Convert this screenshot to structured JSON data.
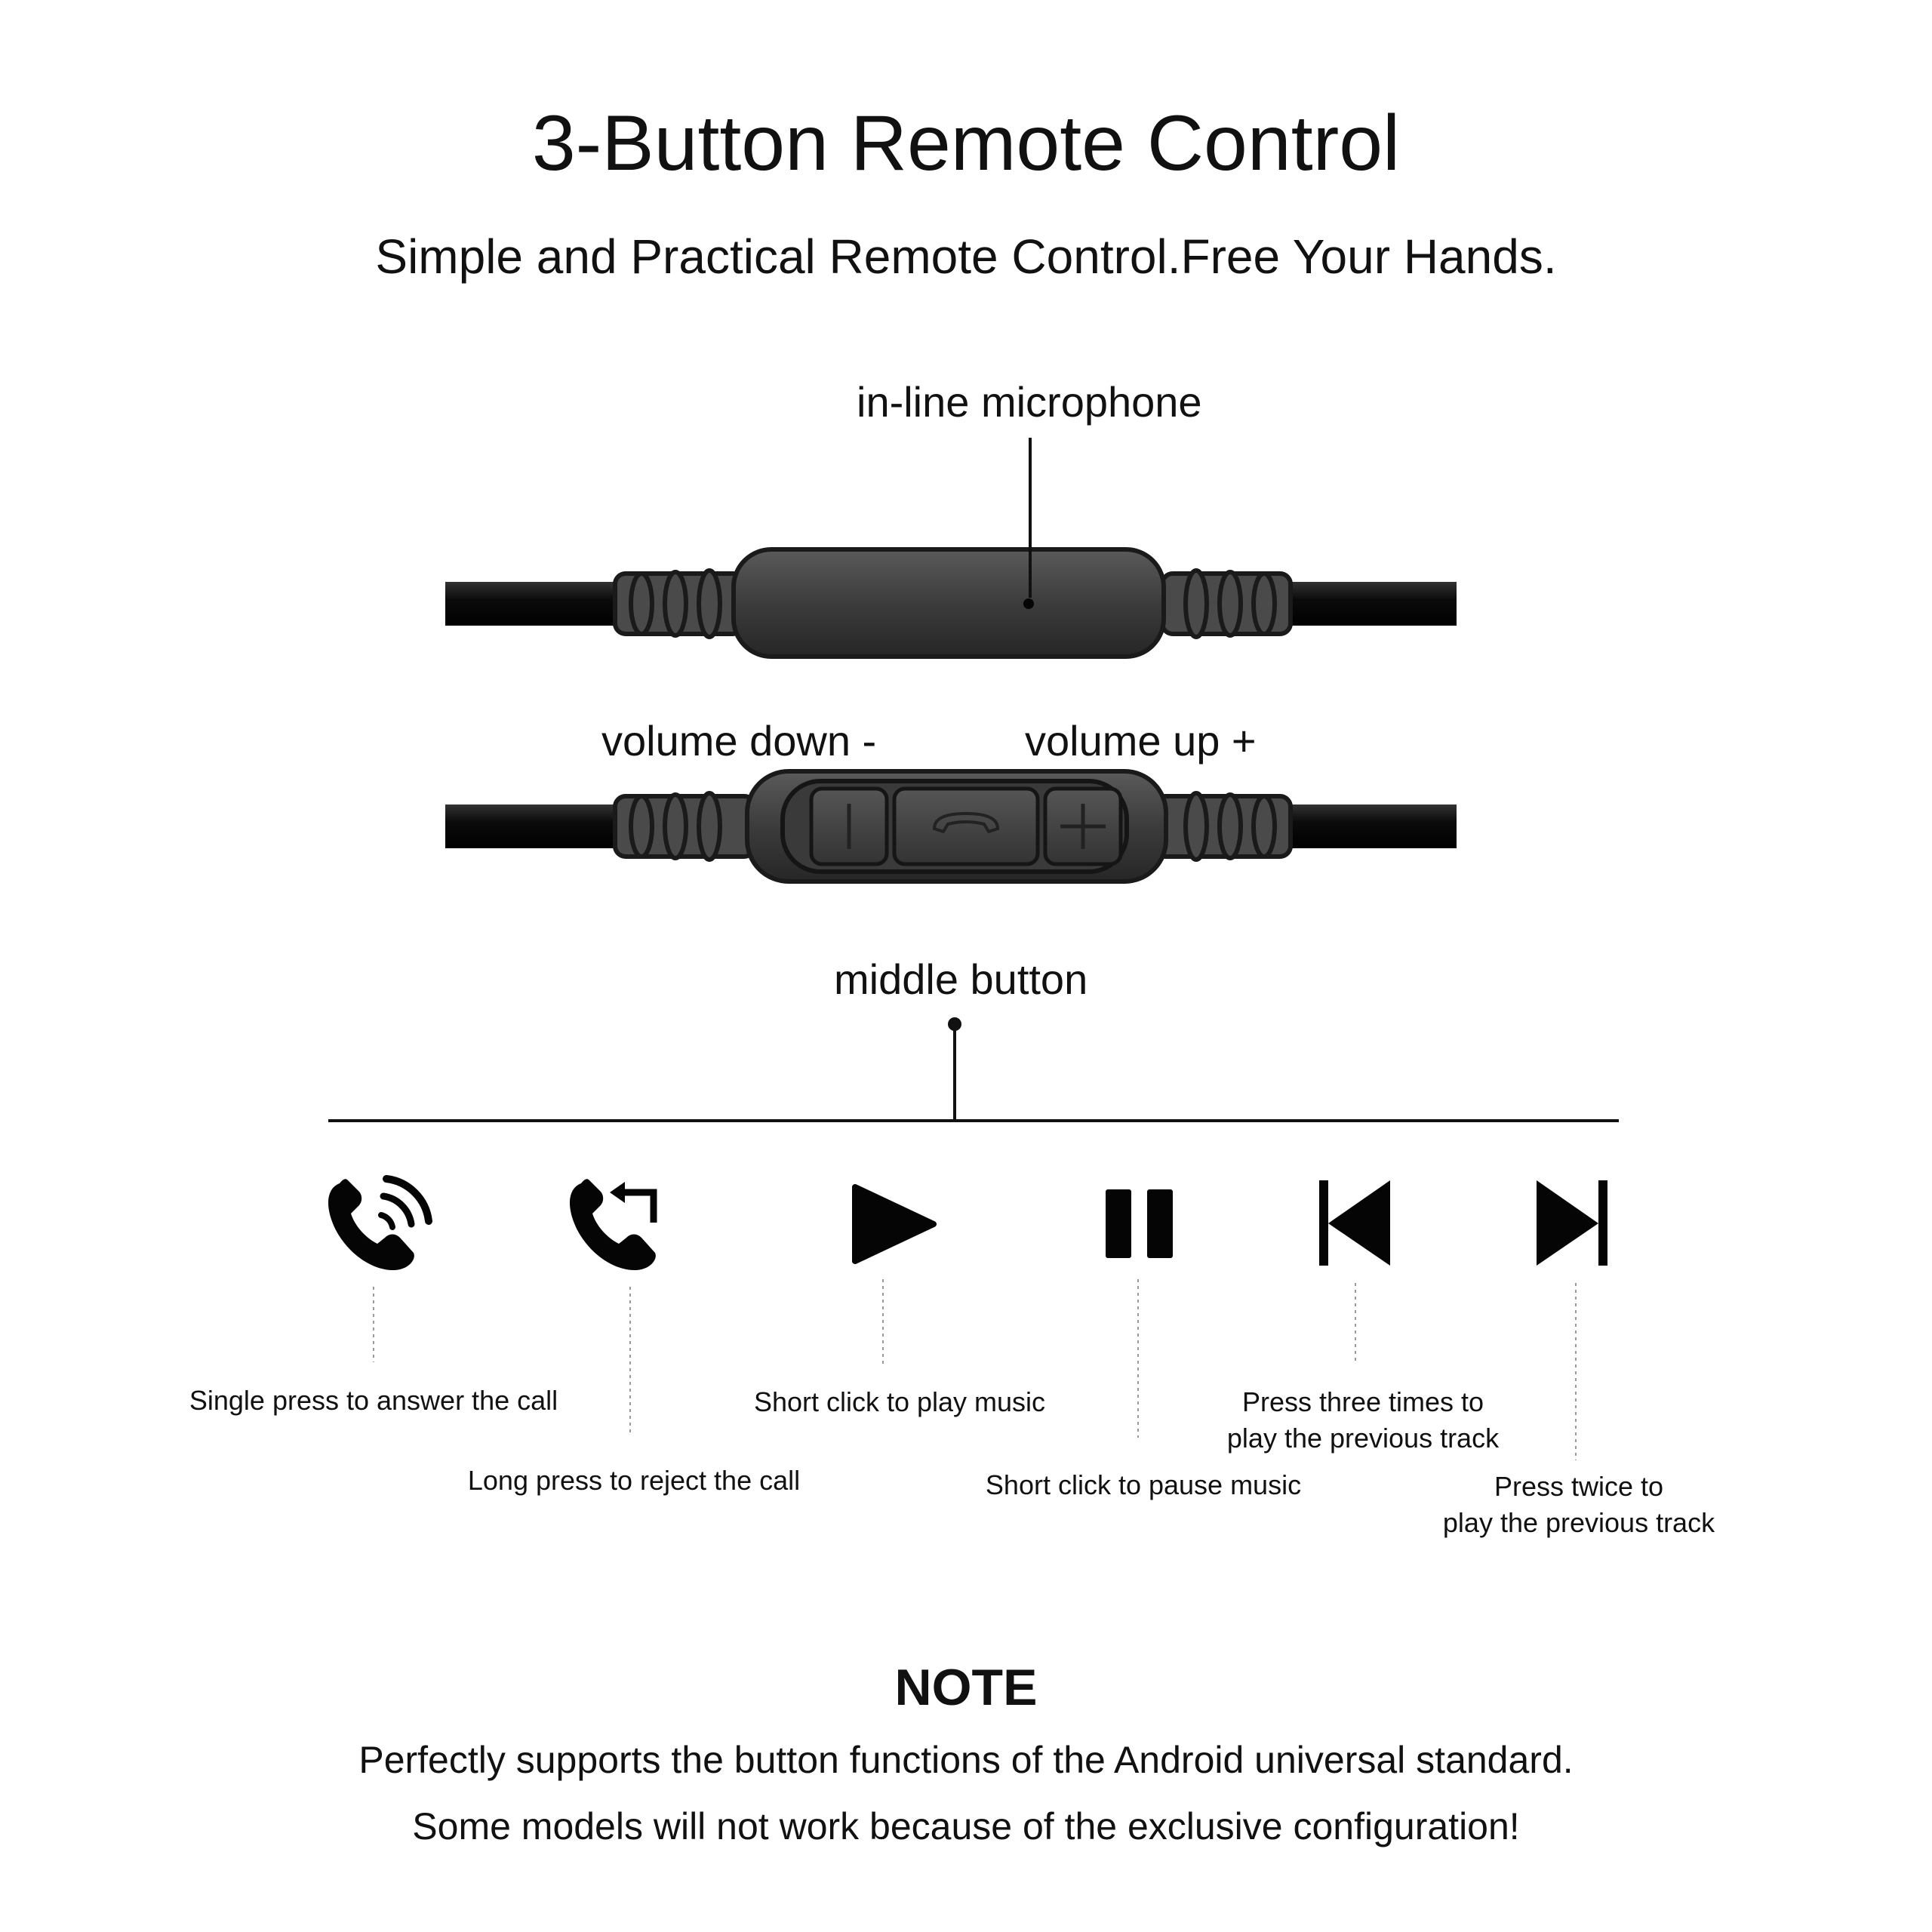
{
  "header": {
    "title": "3-Button Remote Control",
    "subtitle": "Simple and Practical Remote Control.Free Your Hands."
  },
  "remote": {
    "mic_label": "in-line microphone",
    "volume_down_label": "volume down -",
    "volume_up_label": "volume up +",
    "middle_button_label": "middle button"
  },
  "functions": [
    {
      "icon": "phone-answer-icon",
      "lines": [
        "Single press to answer the call"
      ]
    },
    {
      "icon": "phone-reject-icon",
      "lines": [
        "Long press to reject the call"
      ]
    },
    {
      "icon": "play-icon",
      "lines": [
        "Short click to play music"
      ]
    },
    {
      "icon": "pause-icon",
      "lines": [
        "Short click to pause music"
      ]
    },
    {
      "icon": "previous-track-icon",
      "lines": [
        "Press three times to",
        "play the previous track"
      ]
    },
    {
      "icon": "next-track-icon",
      "lines": [
        "Press twice to",
        "play the previous track"
      ]
    }
  ],
  "note": {
    "title": "NOTE",
    "line1": "Perfectly supports the button functions of the Android universal standard.",
    "line2": "Some models will not work because of the exclusive configuration!"
  },
  "colors": {
    "cable": "#111111",
    "strain_relief": "#4a4a4a",
    "housing": "#3f3f3f",
    "text": "#111111"
  }
}
